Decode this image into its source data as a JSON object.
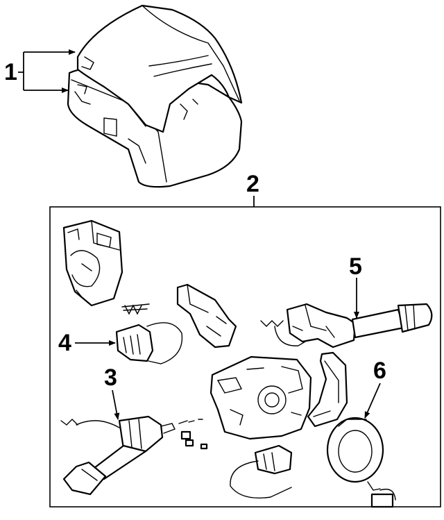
{
  "callouts": {
    "c1": "1",
    "c2": "2",
    "c3": "3",
    "c4": "4",
    "c5": "5",
    "c6": "6"
  },
  "parts": {
    "upper_cover": "steering-column-upper-cover",
    "lower_cover": "steering-column-lower-cover",
    "switch_body": "combination-switch-body",
    "wiper_switch": "wiper-switch-lever",
    "light_switch": "headlamp-turn-signal-lever",
    "connector": "switch-connector",
    "clock_spring": "spiral-cable-clock-spring"
  }
}
